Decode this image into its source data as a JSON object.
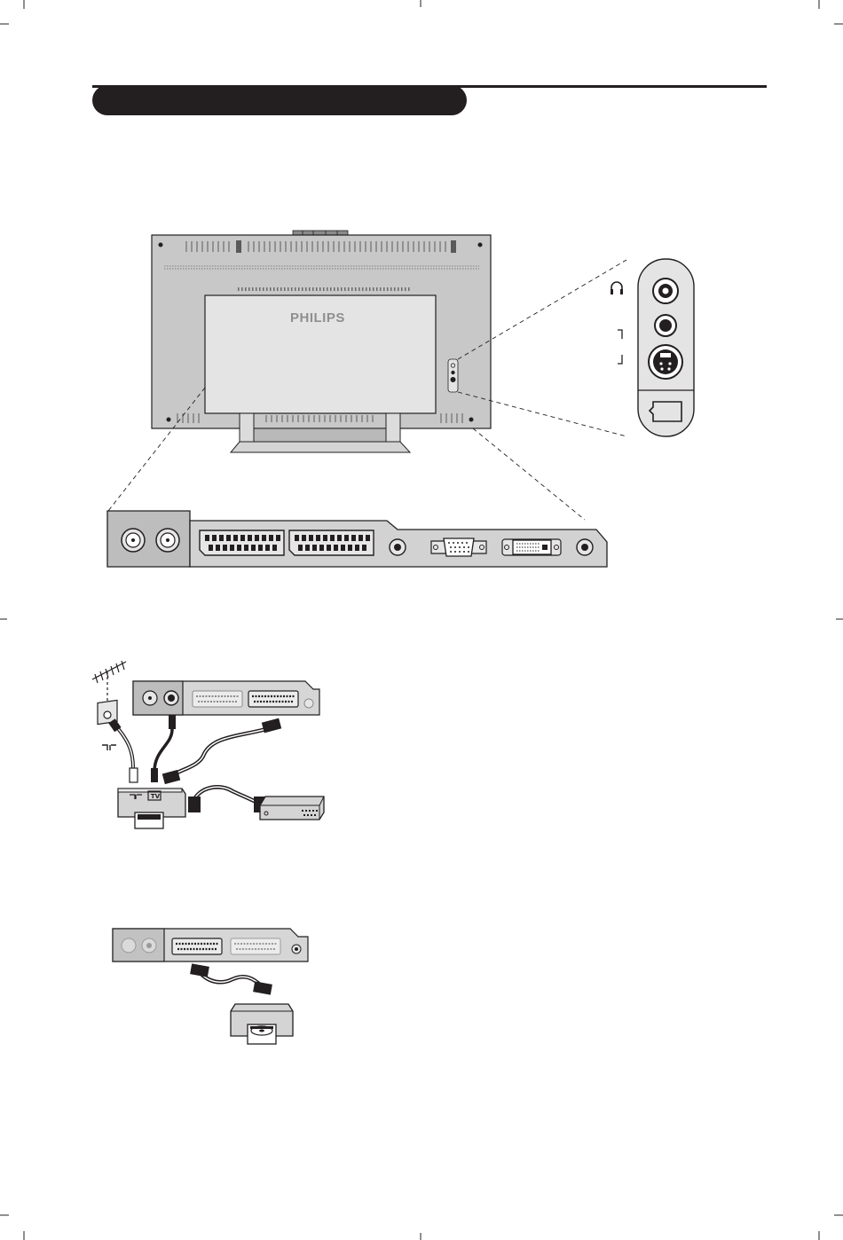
{
  "document": {
    "brand_label": "PHILIPS",
    "recorder_label": "TV",
    "section_title": ""
  },
  "illustrations": [
    {
      "id": "tv-rear-overview",
      "icons": [
        "headphone-icon",
        "rca-jack-icon",
        "svideo-jack-icon",
        "scart-icon",
        "vga-icon",
        "dvi-icon",
        "antenna-socket-icon"
      ]
    },
    {
      "id": "recorder-connection",
      "icons": [
        "aerial-icon",
        "wall-socket-icon",
        "scart-cable-icon",
        "recorder-icon",
        "decoder-icon"
      ]
    },
    {
      "id": "dvd-connection",
      "icons": [
        "scart-cable-icon",
        "dvd-player-icon"
      ]
    }
  ],
  "colors": {
    "ink": "#231f20",
    "panel": "#c9c9c9",
    "panel_dark": "#9a9a9a",
    "panel_light": "#e3e3e3"
  }
}
